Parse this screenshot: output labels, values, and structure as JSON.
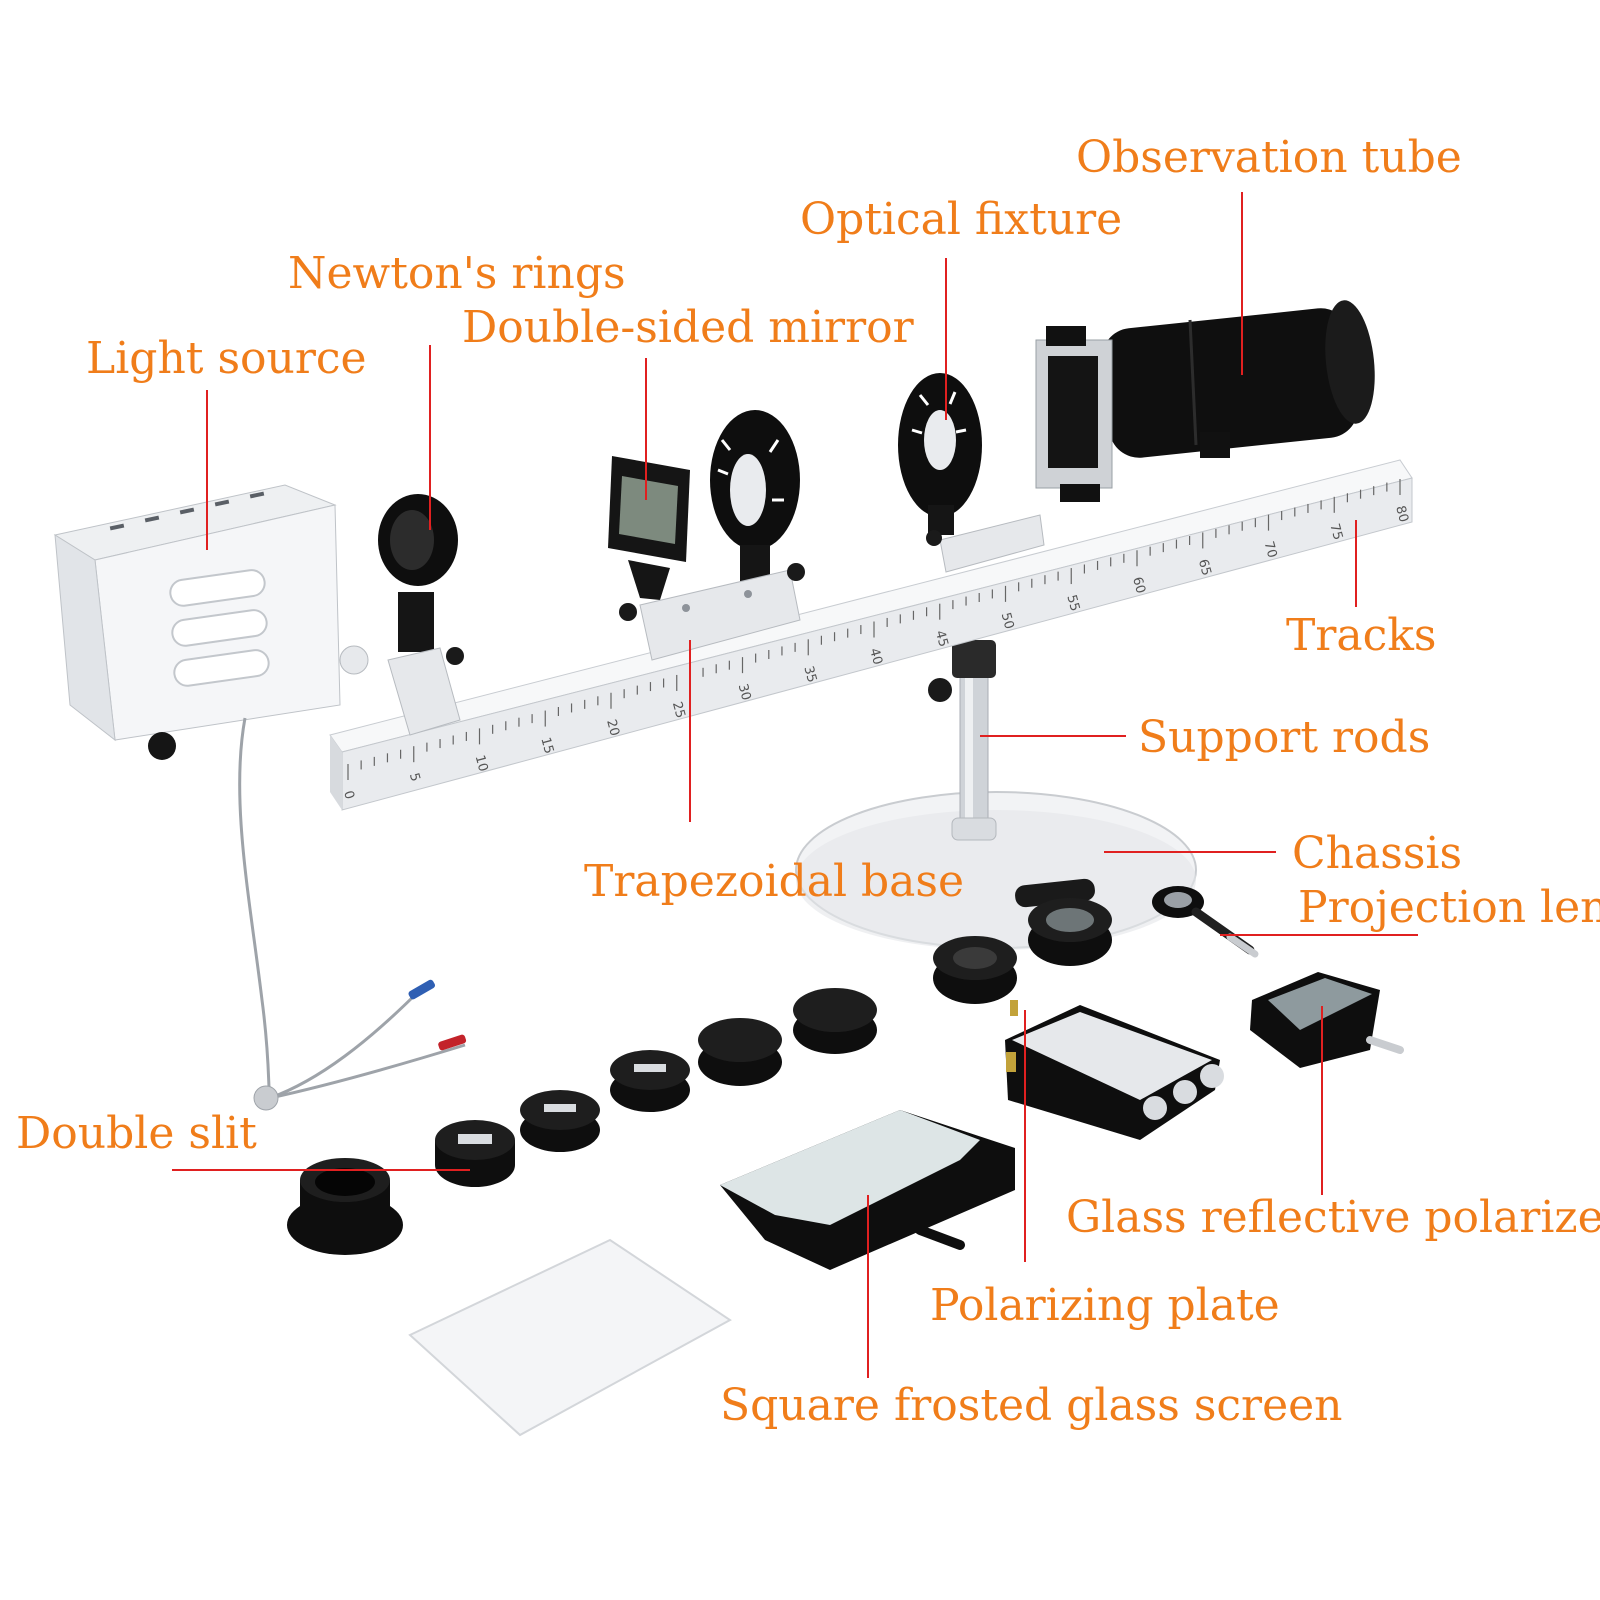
{
  "colors": {
    "label_text": "#f07d1a",
    "leader_line": "#e02020",
    "metal_white": "#eef0f2",
    "black_part": "#111111"
  },
  "labels": {
    "observation_tube": "Observation tube",
    "optical_fixture": "Optical fixture",
    "newtons_rings": "Newton's rings",
    "double_sided_mirror": "Double-sided mirror",
    "light_source": "Light source",
    "tracks": "Tracks",
    "support_rods": "Support rods",
    "chassis": "Chassis",
    "projection_lens": "Projection lens",
    "trapezoidal_base": "Trapezoidal base",
    "double_slit": "Double slit",
    "glass_reflective_polarizer": "Glass reflective polarizer",
    "polarizing_plate": "Polarizing plate",
    "square_frosted_glass_screen": "Square frosted glass screen"
  },
  "track_scale": {
    "numbers": [
      "0",
      "5",
      "10",
      "15",
      "20",
      "25",
      "30",
      "35",
      "40",
      "45",
      "50",
      "55",
      "60",
      "65",
      "70",
      "75",
      "80"
    ]
  }
}
